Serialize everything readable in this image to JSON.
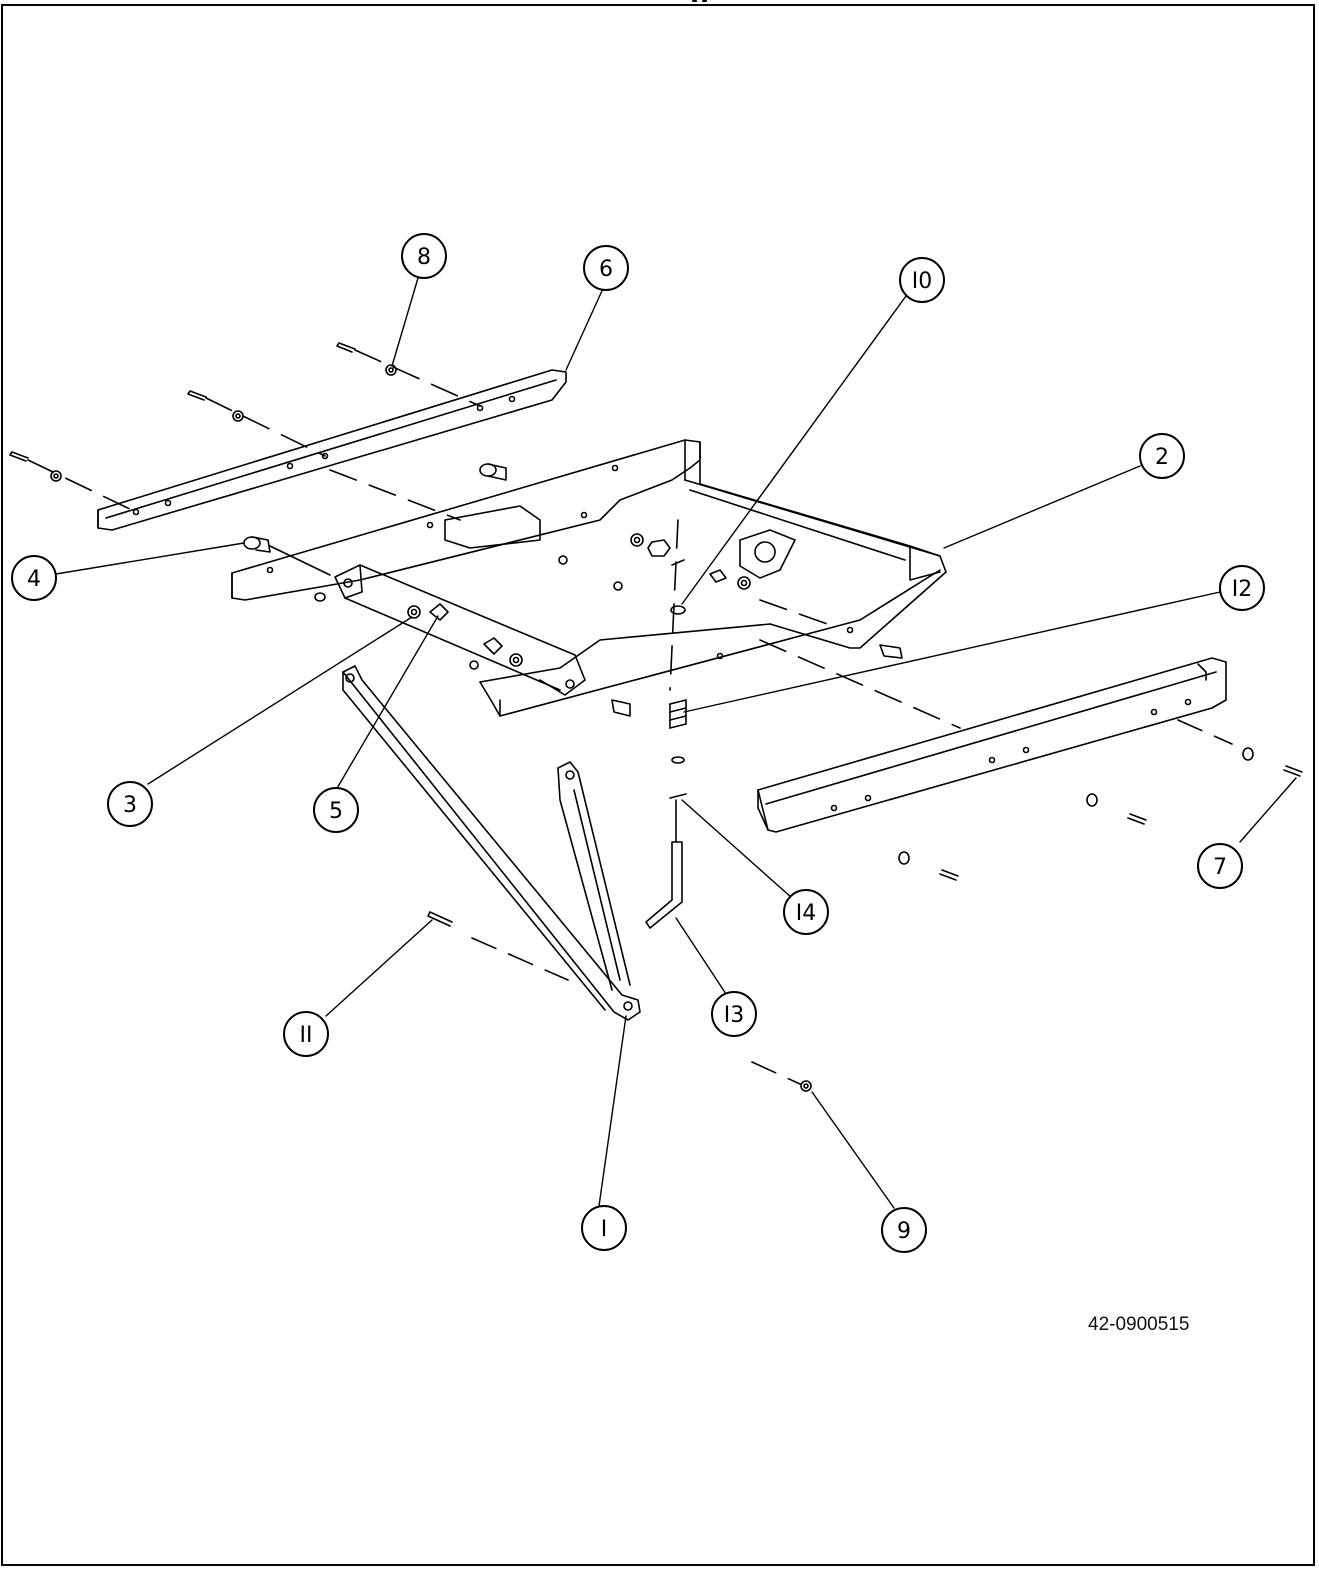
{
  "drawing": {
    "title_fragment": "y",
    "drawing_number": "42-0900515",
    "callouts": [
      {
        "id": "1",
        "label": "I"
      },
      {
        "id": "2",
        "label": "2"
      },
      {
        "id": "3",
        "label": "3"
      },
      {
        "id": "4",
        "label": "4"
      },
      {
        "id": "5",
        "label": "5"
      },
      {
        "id": "6",
        "label": "6"
      },
      {
        "id": "7",
        "label": "7"
      },
      {
        "id": "8",
        "label": "8"
      },
      {
        "id": "9",
        "label": "9"
      },
      {
        "id": "10",
        "label": "I0"
      },
      {
        "id": "11",
        "label": "II"
      },
      {
        "id": "12",
        "label": "I2"
      },
      {
        "id": "13",
        "label": "I3"
      },
      {
        "id": "14",
        "label": "I4"
      }
    ]
  },
  "colors": {
    "line": "#000000",
    "background": "#ffffff"
  }
}
